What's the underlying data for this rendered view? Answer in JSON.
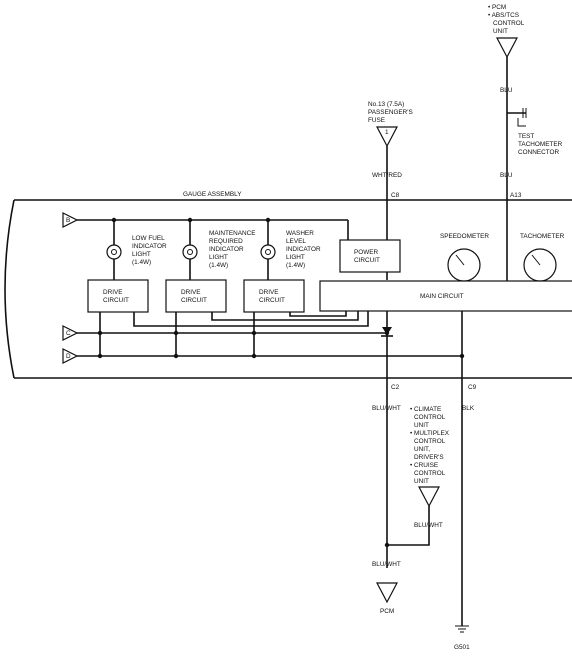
{
  "diagram": {
    "assembly_title": "GAUGE ASSEMBLY",
    "top_source": {
      "lines": [
        "• PCM",
        "• ABS/TCS",
        "CONTROL",
        "UNIT"
      ]
    },
    "fuse": {
      "lines": [
        "No.13 (7.5A)",
        "PASSENGER'S",
        "FUSE"
      ],
      "number": "1"
    },
    "test_connector": {
      "lines": [
        "TEST",
        "TACHOMETER",
        "CONNECTOR"
      ]
    },
    "wire_labels": {
      "blu_top": "BLU",
      "blu_mid": "BLU",
      "wht_red": "WHT/RED",
      "blu_wht_c2": "BLU/WHT",
      "blk": "BLK",
      "blu_wht_mid": "BLU/WHT",
      "blu_wht_low": "BLU/WHT"
    },
    "connectors": {
      "c8": "C8",
      "a13": "A13",
      "c2": "C2",
      "c9": "C9"
    },
    "terminals": {
      "b": "B",
      "c": "C",
      "d": "D"
    },
    "lights": [
      {
        "lines": [
          "LOW FUEL",
          "INDICATOR",
          "LIGHT",
          "(1.4W)"
        ]
      },
      {
        "lines": [
          "MAINTENANCE",
          "REQUIRED",
          "INDICATOR",
          "LIGHT",
          "(1.4W)"
        ]
      },
      {
        "lines": [
          "WASHER",
          "LEVEL",
          "INDICATOR",
          "LIGHT",
          "(1.4W)"
        ]
      }
    ],
    "drive_circuits": [
      {
        "lines": [
          "DRIVE",
          "CIRCUIT"
        ]
      },
      {
        "lines": [
          "DRIVE",
          "CIRCUIT"
        ]
      },
      {
        "lines": [
          "DRIVE",
          "CIRCUIT"
        ]
      }
    ],
    "power_circuit": {
      "lines": [
        "POWER",
        "CIRCUIT"
      ]
    },
    "main_circuit": "MAIN CIRCUIT",
    "speedometer": "SPEEDOMETER",
    "tachometer": "TACHOMETER",
    "multiplex_units": {
      "lines": [
        "• CLIMATE",
        "CONTROL",
        "UNIT",
        "• MULTIPLEX",
        "CONTROL",
        "UNIT,",
        "DRIVER'S",
        "• CRUISE",
        "CONTROL",
        "UNIT"
      ]
    },
    "pcm": "PCM",
    "ground": "G501"
  }
}
